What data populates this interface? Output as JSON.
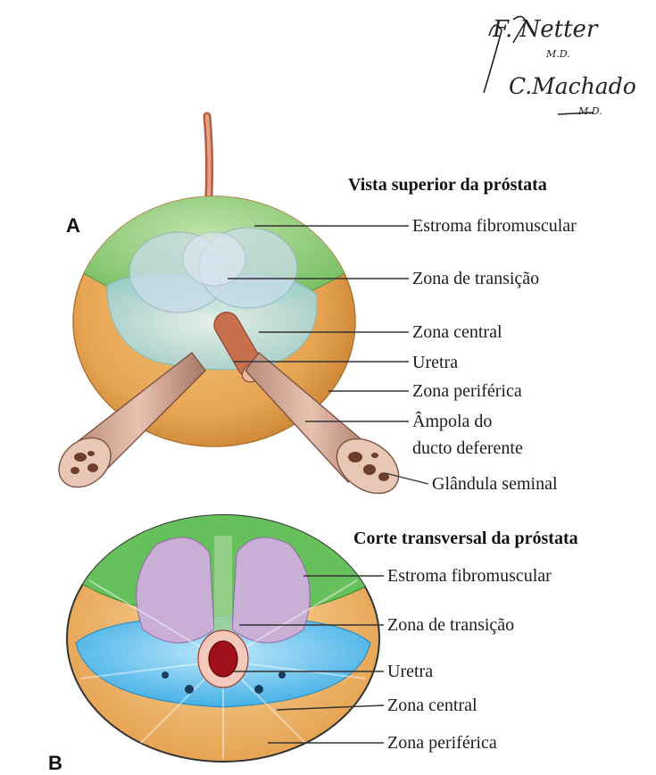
{
  "signature": {
    "line1": "F. Netter",
    "line1_suffix": "M.D.",
    "line2": "C.Machado",
    "line2_suffix": "M.D."
  },
  "panel_a": {
    "letter": "A",
    "title": "Vista superior da próstata",
    "labels": [
      "Estroma fibromuscular",
      "Zona de transição",
      "Zona central",
      "Uretra",
      "Zona periférica",
      "Âmpola do",
      "ducto deferente",
      "Glândula seminal"
    ]
  },
  "panel_b": {
    "letter": "B",
    "title": "Corte transversal da próstata",
    "labels": [
      "Estroma fibromuscular",
      "Zona de transição",
      "Uretra",
      "Zona central",
      "Zona periférica"
    ]
  },
  "colors": {
    "fibromuscular_stroma": "#7fc46a",
    "transition_zone": "#b9d7e3",
    "central_zone": "#a8d8d8",
    "peripheral_zone": "#e7a553",
    "urethra": "#c8704e",
    "section_transition_zone": "#c9aed6",
    "section_central_zone": "#47b2e6",
    "section_urethra": "#a0101a"
  }
}
